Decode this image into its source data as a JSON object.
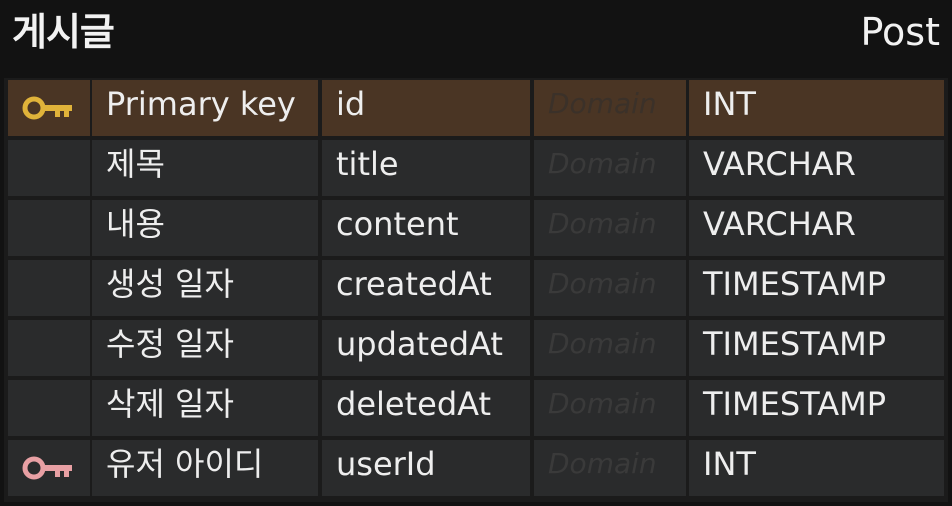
{
  "table": {
    "logical_name": "게시글",
    "physical_name": "Post"
  },
  "columns": [
    {
      "key": "primary",
      "key_icon": "key-icon",
      "key_color": "#e0b33a",
      "logical": "Primary key",
      "physical": "id",
      "domain": "Domain",
      "type": "INT"
    },
    {
      "key": "",
      "logical": "제목",
      "physical": "title",
      "domain": "Domain",
      "type": "VARCHAR"
    },
    {
      "key": "",
      "logical": "내용",
      "physical": "content",
      "domain": "Domain",
      "type": "VARCHAR"
    },
    {
      "key": "",
      "logical": "생성 일자",
      "physical": "createdAt",
      "domain": "Domain",
      "type": "TIMESTAMP"
    },
    {
      "key": "",
      "logical": "수정 일자",
      "physical": "updatedAt",
      "domain": "Domain",
      "type": "TIMESTAMP"
    },
    {
      "key": "",
      "logical": "삭제 일자",
      "physical": "deletedAt",
      "domain": "Domain",
      "type": "TIMESTAMP"
    },
    {
      "key": "foreign",
      "key_icon": "key-icon",
      "key_color": "#e8a0a4",
      "logical": "유저 아이디",
      "physical": "userId",
      "domain": "Domain",
      "type": "INT"
    }
  ],
  "colors": {
    "background": "#121212",
    "row_background": "#2a2b2c",
    "primary_key_row_background": "#4a3524",
    "text": "#eeeeee",
    "domain_placeholder": "#3a3a3a"
  }
}
